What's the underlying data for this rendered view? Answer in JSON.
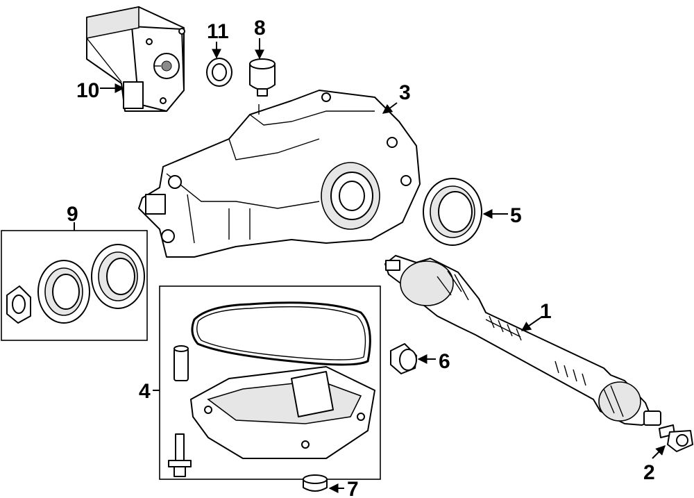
{
  "callouts": {
    "c1": "1",
    "c2": "2",
    "c3": "3",
    "c4": "4",
    "c5": "5",
    "c6": "6",
    "c7": "7",
    "c8": "8",
    "c9": "9",
    "c10": "10",
    "c11": "11"
  },
  "colors": {
    "ink": "#000000",
    "paper": "#ffffff",
    "shade": "#e6e6e6"
  }
}
